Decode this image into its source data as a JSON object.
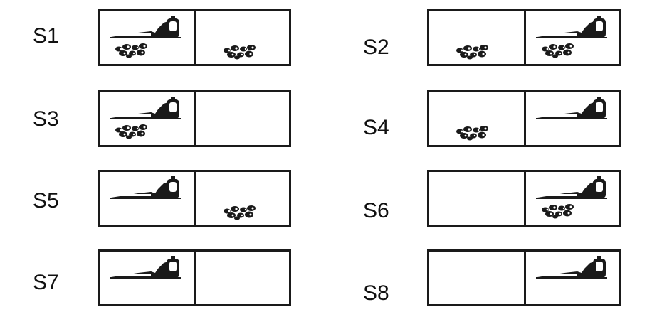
{
  "states": [
    {
      "label": "S1",
      "vacuum": "A",
      "dirt": [
        "A",
        "B"
      ]
    },
    {
      "label": "S2",
      "vacuum": "B",
      "dirt": [
        "A",
        "B"
      ]
    },
    {
      "label": "S3",
      "vacuum": "A",
      "dirt": [
        "A"
      ]
    },
    {
      "label": "S4",
      "vacuum": "B",
      "dirt": [
        "A"
      ]
    },
    {
      "label": "S5",
      "vacuum": "A",
      "dirt": [
        "B"
      ]
    },
    {
      "label": "S6",
      "vacuum": "B",
      "dirt": [
        "B"
      ]
    },
    {
      "label": "S7",
      "vacuum": "A",
      "dirt": []
    },
    {
      "label": "S8",
      "vacuum": "B",
      "dirt": []
    }
  ],
  "icons": {
    "vacuum": "vacuum-cleaner-icon",
    "dirt": "dirt-icon"
  },
  "colors": {
    "line": "#1a1a1a",
    "background": "#ffffff"
  }
}
